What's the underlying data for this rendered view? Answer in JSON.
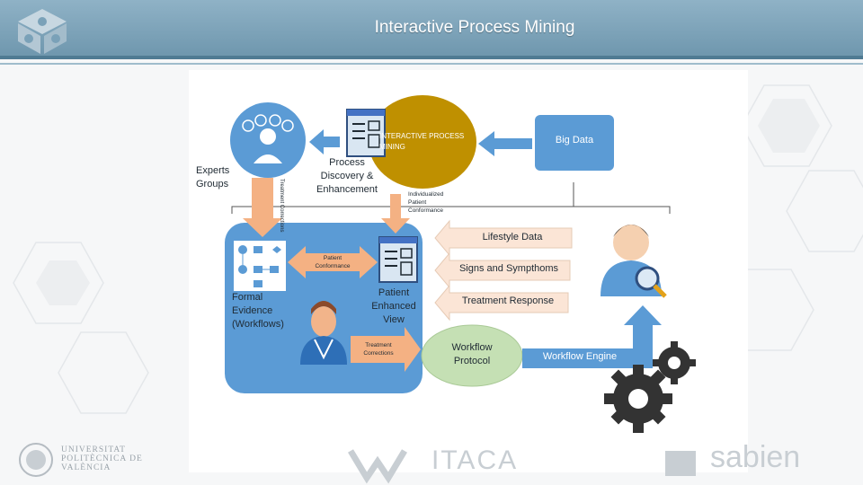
{
  "header": {
    "title": "Interactive Process Mining"
  },
  "diagram": {
    "center_circle": "INTERACTIVE PROCESS MINING",
    "big_data": "Big Data",
    "process_discovery": "Process Discovery & Enhancement",
    "experts_groups": "Experts Groups",
    "treatment_corrections_vertical": "Treatment Corrections",
    "individualized": "Individualized Patient Conformance",
    "lifestyle_data": "Lifestyle Data",
    "signs_symptoms": "Signs and Sympthoms",
    "treatment_response": "Treatment Response",
    "patient_conformance": "Patient Conformance",
    "formal_evidence": "Formal Evidence (Workflows)",
    "patient_enhanced_view": "Patient Enhanced View",
    "treatment_corrections": "Treatment Corrections",
    "workflow_protocol": "Workflow Protocol",
    "workflow_engine": "Workflow Engine"
  },
  "footer": {
    "upv": "UNIVERSITAT POLITÈCNICA DE VALÈNCIA",
    "itaca": "ITACA",
    "sabien": "sabien"
  },
  "colors": {
    "header": "#7aa1b8",
    "blue_box": "#5b9bd5",
    "gold_circle": "#bf9000",
    "green_ellipse": "#c5e0b4",
    "arrow_orange": "#f4b183",
    "arrow_light": "#fbe5d6",
    "arrow_blue": "#5b9bd5"
  },
  "icons": [
    "cube-logo-icon",
    "experts-group-icon",
    "process-window-icon",
    "workflow-chart-icon",
    "doctor-icon",
    "user-search-icon",
    "gears-icon"
  ]
}
